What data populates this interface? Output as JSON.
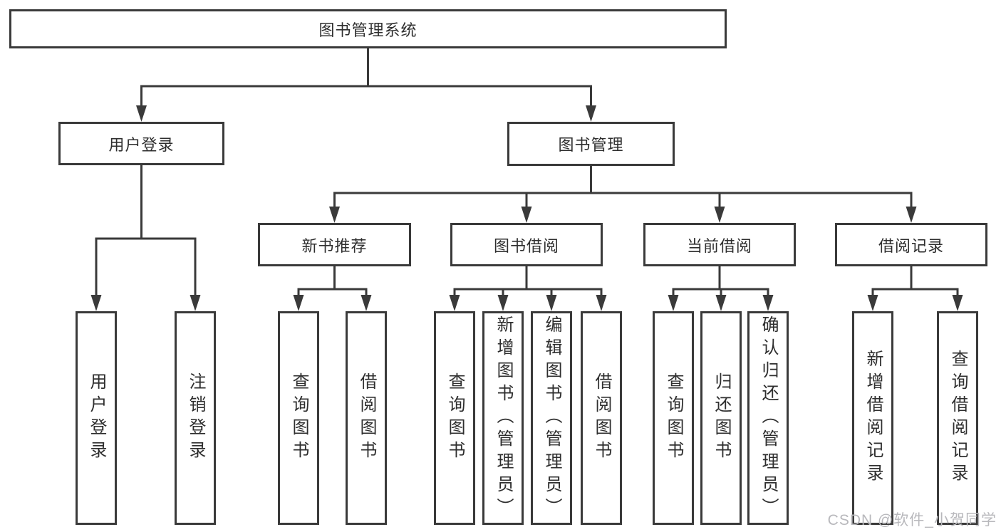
{
  "nodes": {
    "root": "图书管理系统",
    "user_login": "用户登录",
    "book_mgmt": "图书管理",
    "new_book": "新书推荐",
    "book_borrow": "图书借阅",
    "current_borrow": "当前借阅",
    "borrow_records": "借阅记录",
    "leaf_user_login": "用户登录",
    "leaf_logout": "注销登录",
    "leaf_nb_query": "查询图书",
    "leaf_nb_borrow": "借阅图书",
    "leaf_bw_query": "查询图书",
    "leaf_bw_add": "新增图书（管理员）",
    "leaf_bw_edit": "编辑图书（管理员）",
    "leaf_bw_borrow": "借阅图书",
    "leaf_cur_query": "查询图书",
    "leaf_cur_return": "归还图书",
    "leaf_cur_confirm": "确认归还（管理员）",
    "leaf_rec_add": "新增借阅记录",
    "leaf_rec_query": "查询借阅记录"
  },
  "watermark": "CSDN @软件_小贺同学",
  "colors": {
    "line": "#3a3a3a",
    "node_border": "#3a3a3a",
    "node_fill": "#ffffff",
    "text": "#2e2e2e",
    "watermark": "#b8b8bc",
    "background": "#ffffff"
  }
}
